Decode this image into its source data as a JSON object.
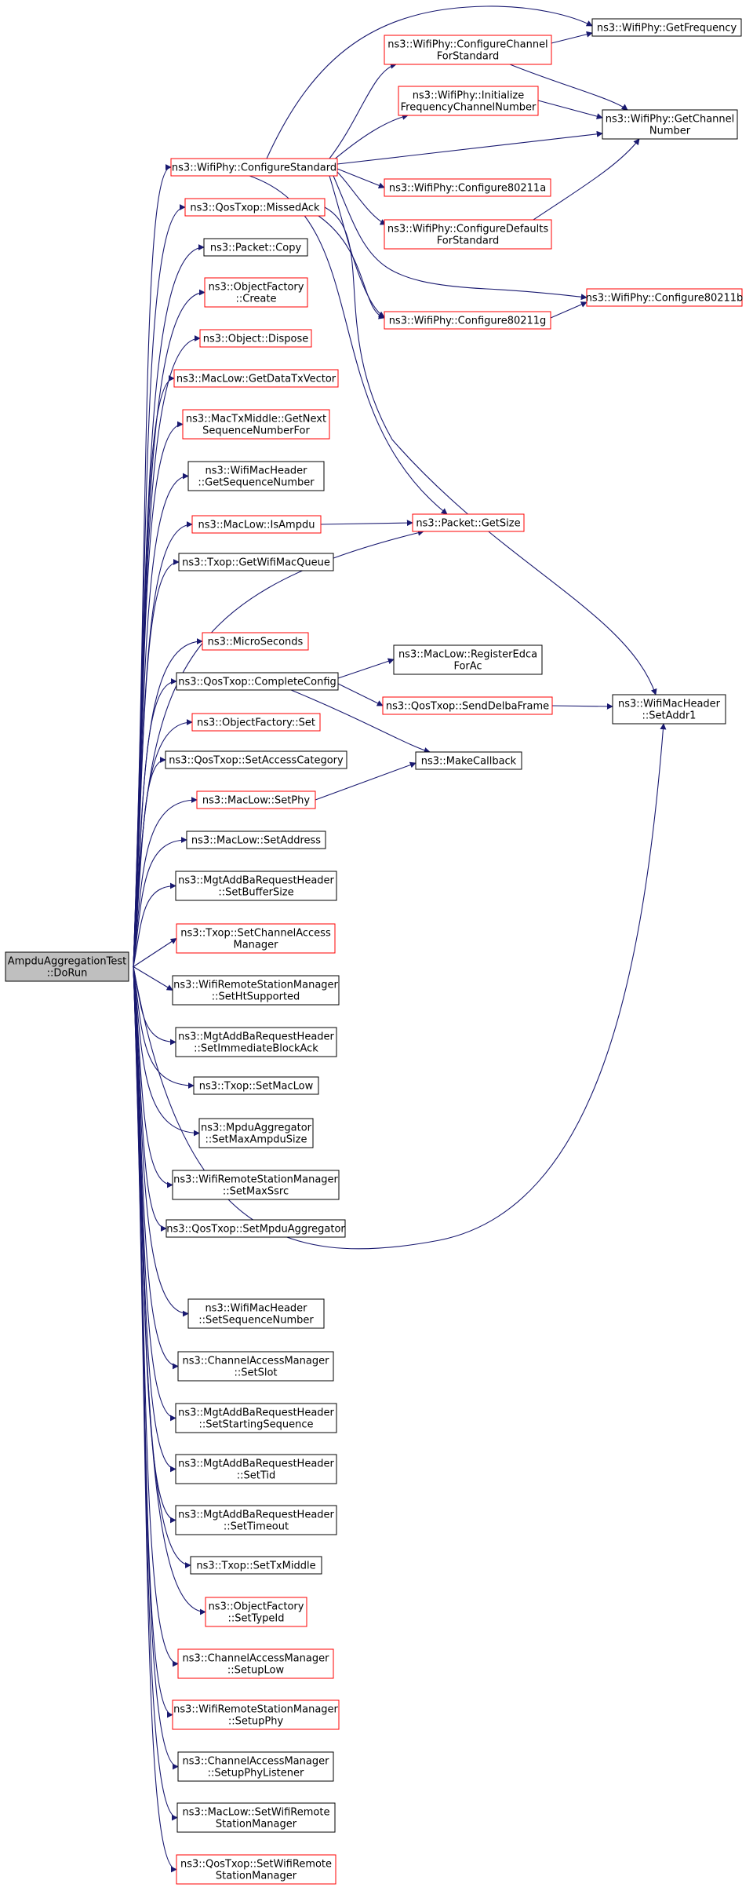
{
  "diagram": {
    "nodes": [
      {
        "id": "root",
        "lines": [
          "AmpduAggregationTest",
          "::DoRun"
        ],
        "kind": "root"
      },
      {
        "id": "configure_standard",
        "lines": [
          "ns3::WifiPhy::ConfigureStandard"
        ],
        "kind": "red"
      },
      {
        "id": "missed_ack",
        "lines": [
          "ns3::QosTxop::MissedAck"
        ],
        "kind": "red"
      },
      {
        "id": "packet_copy",
        "lines": [
          "ns3::Packet::Copy"
        ],
        "kind": "black"
      },
      {
        "id": "object_factory_create",
        "lines": [
          "ns3::ObjectFactory",
          "::Create"
        ],
        "kind": "red"
      },
      {
        "id": "object_dispose",
        "lines": [
          "ns3::Object::Dispose"
        ],
        "kind": "red"
      },
      {
        "id": "get_data_tx_vector",
        "lines": [
          "ns3::MacLow::GetDataTxVector"
        ],
        "kind": "red"
      },
      {
        "id": "get_next_seq",
        "lines": [
          "ns3::MacTxMiddle::GetNext",
          "SequenceNumberFor"
        ],
        "kind": "red"
      },
      {
        "id": "get_sequence_number",
        "lines": [
          "ns3::WifiMacHeader",
          "::GetSequenceNumber"
        ],
        "kind": "black"
      },
      {
        "id": "is_ampdu",
        "lines": [
          "ns3::MacLow::IsAmpdu"
        ],
        "kind": "red"
      },
      {
        "id": "get_wifi_mac_queue",
        "lines": [
          "ns3::Txop::GetWifiMacQueue"
        ],
        "kind": "black"
      },
      {
        "id": "micro_seconds",
        "lines": [
          "ns3::MicroSeconds"
        ],
        "kind": "red"
      },
      {
        "id": "complete_config",
        "lines": [
          "ns3::QosTxop::CompleteConfig"
        ],
        "kind": "black"
      },
      {
        "id": "object_factory_set",
        "lines": [
          "ns3::ObjectFactory::Set"
        ],
        "kind": "red"
      },
      {
        "id": "set_access_category",
        "lines": [
          "ns3::QosTxop::SetAccessCategory"
        ],
        "kind": "black"
      },
      {
        "id": "set_phy",
        "lines": [
          "ns3::MacLow::SetPhy"
        ],
        "kind": "red"
      },
      {
        "id": "set_address",
        "lines": [
          "ns3::MacLow::SetAddress"
        ],
        "kind": "black"
      },
      {
        "id": "set_buffer_size",
        "lines": [
          "ns3::MgtAddBaRequestHeader",
          "::SetBufferSize"
        ],
        "kind": "black"
      },
      {
        "id": "set_channel_access_manager",
        "lines": [
          "ns3::Txop::SetChannelAccess",
          "Manager"
        ],
        "kind": "red"
      },
      {
        "id": "set_ht_supported",
        "lines": [
          "ns3::WifiRemoteStationManager",
          "::SetHtSupported"
        ],
        "kind": "black"
      },
      {
        "id": "set_immediate_block_ack",
        "lines": [
          "ns3::MgtAddBaRequestHeader",
          "::SetImmediateBlockAck"
        ],
        "kind": "black"
      },
      {
        "id": "set_mac_low",
        "lines": [
          "ns3::Txop::SetMacLow"
        ],
        "kind": "black"
      },
      {
        "id": "set_max_ampdu_size",
        "lines": [
          "ns3::MpduAggregator",
          "::SetMaxAmpduSize"
        ],
        "kind": "black"
      },
      {
        "id": "set_max_ssrc",
        "lines": [
          "ns3::WifiRemoteStationManager",
          "::SetMaxSsrc"
        ],
        "kind": "black"
      },
      {
        "id": "set_mpdu_aggregator",
        "lines": [
          "ns3::QosTxop::SetMpduAggregator"
        ],
        "kind": "black"
      },
      {
        "id": "set_sequence_number",
        "lines": [
          "ns3::WifiMacHeader",
          "::SetSequenceNumber"
        ],
        "kind": "black"
      },
      {
        "id": "set_slot",
        "lines": [
          "ns3::ChannelAccessManager",
          "::SetSlot"
        ],
        "kind": "black"
      },
      {
        "id": "set_starting_sequence",
        "lines": [
          "ns3::MgtAddBaRequestHeader",
          "::SetStartingSequence"
        ],
        "kind": "black"
      },
      {
        "id": "set_tid",
        "lines": [
          "ns3::MgtAddBaRequestHeader",
          "::SetTid"
        ],
        "kind": "black"
      },
      {
        "id": "set_timeout",
        "lines": [
          "ns3::MgtAddBaRequestHeader",
          "::SetTimeout"
        ],
        "kind": "black"
      },
      {
        "id": "set_tx_middle",
        "lines": [
          "ns3::Txop::SetTxMiddle"
        ],
        "kind": "black"
      },
      {
        "id": "set_type_id",
        "lines": [
          "ns3::ObjectFactory",
          "::SetTypeId"
        ],
        "kind": "red"
      },
      {
        "id": "setup_low",
        "lines": [
          "ns3::ChannelAccessManager",
          "::SetupLow"
        ],
        "kind": "red"
      },
      {
        "id": "setup_phy",
        "lines": [
          "ns3::WifiRemoteStationManager",
          "::SetupPhy"
        ],
        "kind": "red"
      },
      {
        "id": "setup_phy_listener",
        "lines": [
          "ns3::ChannelAccessManager",
          "::SetupPhyListener"
        ],
        "kind": "black"
      },
      {
        "id": "maclow_set_wifi_remote",
        "lines": [
          "ns3::MacLow::SetWifiRemote",
          "StationManager"
        ],
        "kind": "black"
      },
      {
        "id": "qostxop_set_wifi_remote",
        "lines": [
          "ns3::QosTxop::SetWifiRemote",
          "StationManager"
        ],
        "kind": "red"
      },
      {
        "id": "configure_channel_for_standard",
        "lines": [
          "ns3::WifiPhy::ConfigureChannel",
          "ForStandard"
        ],
        "kind": "red"
      },
      {
        "id": "initialize_frequency_channel",
        "lines": [
          "ns3::WifiPhy::Initialize",
          "FrequencyChannelNumber"
        ],
        "kind": "red"
      },
      {
        "id": "configure_80211a",
        "lines": [
          "ns3::WifiPhy::Configure80211a"
        ],
        "kind": "red"
      },
      {
        "id": "configure_defaults_for_standard",
        "lines": [
          "ns3::WifiPhy::ConfigureDefaults",
          "ForStandard"
        ],
        "kind": "red"
      },
      {
        "id": "configure_80211g",
        "lines": [
          "ns3::WifiPhy::Configure80211g"
        ],
        "kind": "red"
      },
      {
        "id": "packet_get_size",
        "lines": [
          "ns3::Packet::GetSize"
        ],
        "kind": "red"
      },
      {
        "id": "register_edca_for_ac",
        "lines": [
          "ns3::MacLow::RegisterEdca",
          "ForAc"
        ],
        "kind": "black"
      },
      {
        "id": "send_delba_frame",
        "lines": [
          "ns3::QosTxop::SendDelbaFrame"
        ],
        "kind": "red"
      },
      {
        "id": "make_callback",
        "lines": [
          "ns3::MakeCallback"
        ],
        "kind": "black"
      },
      {
        "id": "get_frequency",
        "lines": [
          "ns3::WifiPhy::GetFrequency"
        ],
        "kind": "black"
      },
      {
        "id": "get_channel_number",
        "lines": [
          "ns3::WifiPhy::GetChannel",
          "Number"
        ],
        "kind": "black"
      },
      {
        "id": "configure_80211b",
        "lines": [
          "ns3::WifiPhy::Configure80211b"
        ],
        "kind": "red"
      },
      {
        "id": "set_addr1",
        "lines": [
          "ns3::WifiMacHeader",
          "::SetAddr1"
        ],
        "kind": "black"
      }
    ],
    "colors": {
      "edge": "#191970",
      "red_border": "#ff0000",
      "black_border": "#000000",
      "root_fill": "#bfbfbf",
      "node_fill": "#ffffff"
    }
  }
}
